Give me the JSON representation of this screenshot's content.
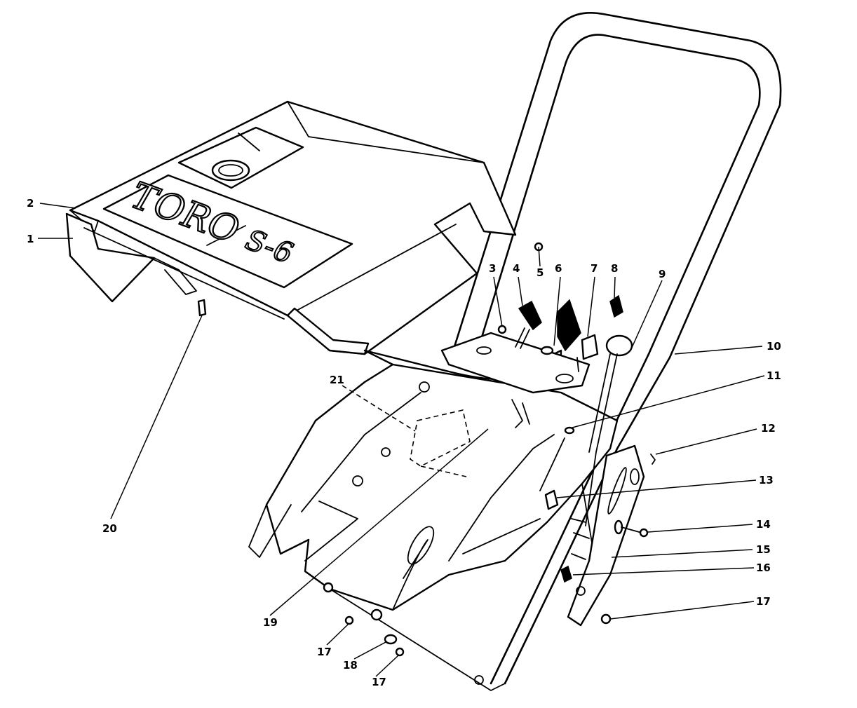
{
  "figure": {
    "brand_logo_text": "TORO",
    "model_logo_text": "S-6",
    "callouts": [
      {
        "id": "c1",
        "label": "1"
      },
      {
        "id": "c2",
        "label": "2"
      },
      {
        "id": "c3",
        "label": "3"
      },
      {
        "id": "c4",
        "label": "4"
      },
      {
        "id": "c5",
        "label": "5"
      },
      {
        "id": "c6",
        "label": "6"
      },
      {
        "id": "c7",
        "label": "7"
      },
      {
        "id": "c8",
        "label": "8"
      },
      {
        "id": "c9",
        "label": "9"
      },
      {
        "id": "c10",
        "label": "10"
      },
      {
        "id": "c11",
        "label": "11"
      },
      {
        "id": "c12",
        "label": "12"
      },
      {
        "id": "c13",
        "label": "13"
      },
      {
        "id": "c14",
        "label": "14"
      },
      {
        "id": "c15",
        "label": "15"
      },
      {
        "id": "c16",
        "label": "16"
      },
      {
        "id": "c17a",
        "label": "17"
      },
      {
        "id": "c17b",
        "label": "17"
      },
      {
        "id": "c17c",
        "label": "17"
      },
      {
        "id": "c18",
        "label": "18"
      },
      {
        "id": "c19",
        "label": "19"
      },
      {
        "id": "c20",
        "label": "20"
      },
      {
        "id": "c21",
        "label": "21"
      }
    ]
  },
  "colors": {
    "ink": "#000000",
    "paper": "#ffffff"
  }
}
